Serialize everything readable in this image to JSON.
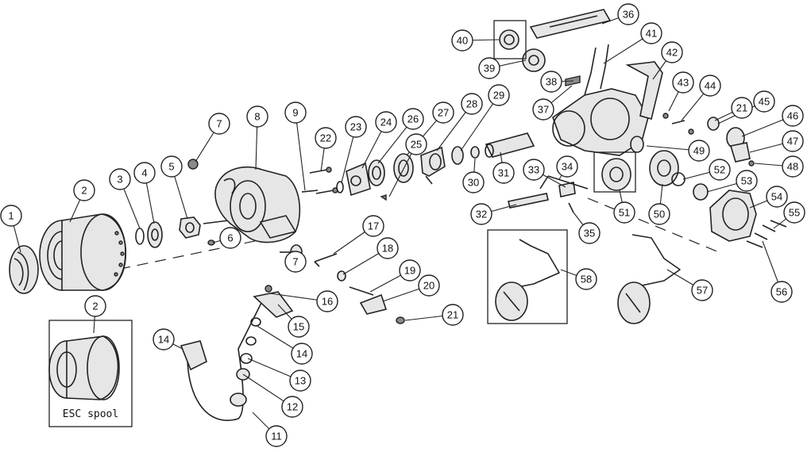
{
  "diagram": {
    "inset_caption": "ESC spool",
    "callouts": [
      "1",
      "2",
      "2",
      "3",
      "4",
      "5",
      "6",
      "7",
      "7",
      "8",
      "9",
      "11",
      "12",
      "13",
      "14",
      "14",
      "15",
      "16",
      "17",
      "18",
      "19",
      "20",
      "21",
      "21",
      "22",
      "23",
      "24",
      "25",
      "26",
      "27",
      "28",
      "29",
      "30",
      "31",
      "32",
      "33",
      "34",
      "35",
      "36",
      "37",
      "38",
      "39",
      "40",
      "41",
      "42",
      "43",
      "44",
      "45",
      "46",
      "47",
      "48",
      "49",
      "50",
      "51",
      "52",
      "53",
      "54",
      "55",
      "56",
      "57",
      "58"
    ]
  },
  "colors": {
    "ink": "#222222",
    "paper": "#ffffff",
    "shade": "#e6e6e6"
  }
}
